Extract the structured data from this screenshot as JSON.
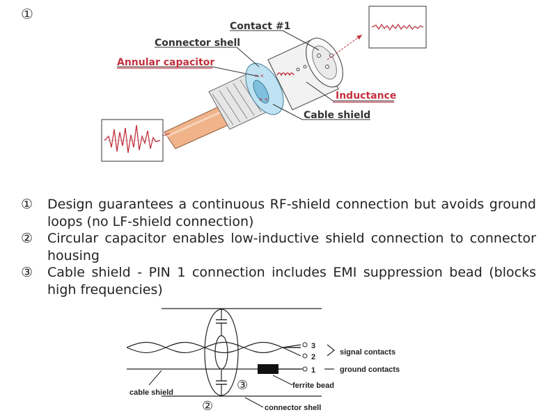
{
  "top_marker": "①",
  "callouts": {
    "contact": "Contact #1",
    "connector_shell": "Connector shell",
    "annular_capacitor": "Annular capacitor",
    "inductance": "Inductance",
    "cable_shield": "Cable shield"
  },
  "list": [
    {
      "num": "①",
      "text": "Design guarantees a continuous RF-shield connection but avoids ground loops (no LF-shield connection)"
    },
    {
      "num": "②",
      "text": "Circular capacitor enables low-inductive shield connection to connector housing"
    },
    {
      "num": "③",
      "text": "Cable shield - PIN 1 connection includes EMI suppression bead (blocks high frequencies)"
    }
  ],
  "schematic": {
    "pin3": "3",
    "pin2": "2",
    "pin1": "1",
    "signal_contacts": "signal contacts",
    "ground_contacts": "ground contacts",
    "ferrite_bead": "ferrite bead",
    "cable_shield": "cable shield",
    "connector_shell": "connector shell",
    "marker2": "②",
    "marker3": "③"
  },
  "colors": {
    "accent_red": "#c2323f",
    "cable_orange": "#f0b38a",
    "shield_blue": "#bfe3f2"
  }
}
